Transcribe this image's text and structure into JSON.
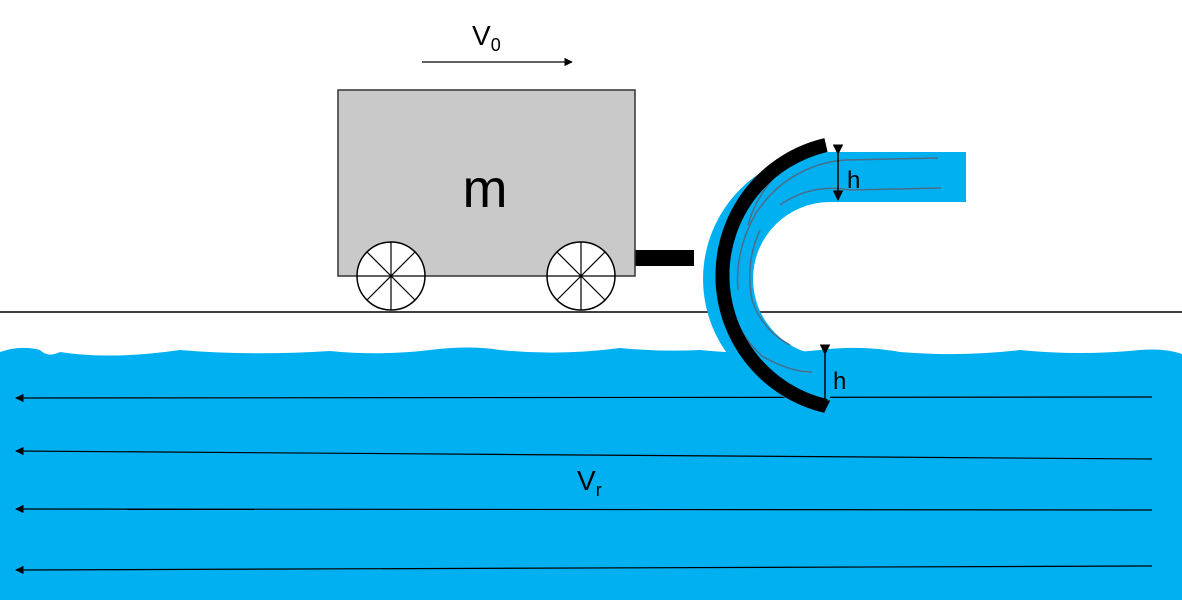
{
  "labels": {
    "velocity_cart": "V",
    "velocity_cart_sub": "0",
    "mass": "m",
    "height_top": "h",
    "height_bottom": "h",
    "velocity_river": "V",
    "velocity_river_sub": "r"
  },
  "colors": {
    "water": "#00b0f0",
    "cart_fill": "#c9c9c9",
    "scoop": "#000000",
    "streamline": "#4a6e8a"
  },
  "flow_direction": "right-to-left",
  "cart_direction": "left-to-right"
}
